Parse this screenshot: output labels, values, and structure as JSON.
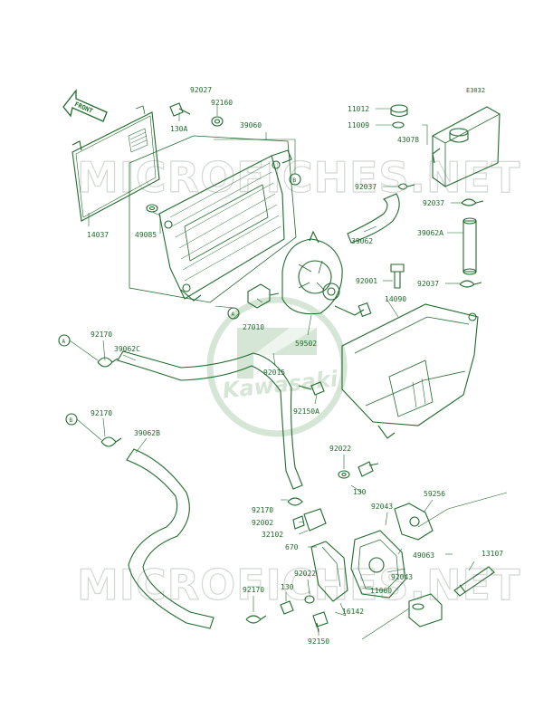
{
  "diagram_code": "E3032",
  "front_label": "FRONT",
  "watermark_text": "MICROFICHES.NET",
  "logo_text": "Kawasaki",
  "callout_letters": {
    "A": "A",
    "B": "B"
  },
  "colors": {
    "ink": "#1f6b2c",
    "light": "#cfe0cf",
    "watermark": "#d9ded9"
  },
  "parts": {
    "p92027": "92027",
    "p92160": "92160",
    "p130A": "130A",
    "p39060": "39060",
    "p11012": "11012",
    "p11009": "11009",
    "p43078": "43078",
    "p14037": "14037",
    "p49085": "49085",
    "p92037a": "92037",
    "p92037b": "92037",
    "p39062": "39062",
    "p39062A": "39062A",
    "p92001": "92001",
    "p92037c": "92037",
    "p14090": "14090",
    "p27010": "27010",
    "p59502": "59502",
    "p92170a": "92170",
    "p39062C": "39062C",
    "p92015": "92015",
    "p92150A": "92150A",
    "p92170b": "92170",
    "p39062B": "39062B",
    "p92022a": "92022",
    "p130a": "130",
    "p92043a": "92043",
    "p59256": "59256",
    "p92170c": "92170",
    "p92002": "92002",
    "p32102": "32102",
    "p670": "670",
    "p49063": "49063",
    "p13107": "13107",
    "p92043b": "92043",
    "p92022b": "92022",
    "p11060": "11060",
    "p92170d": "92170",
    "p130b": "130",
    "p16142": "16142",
    "p92150": "92150"
  }
}
